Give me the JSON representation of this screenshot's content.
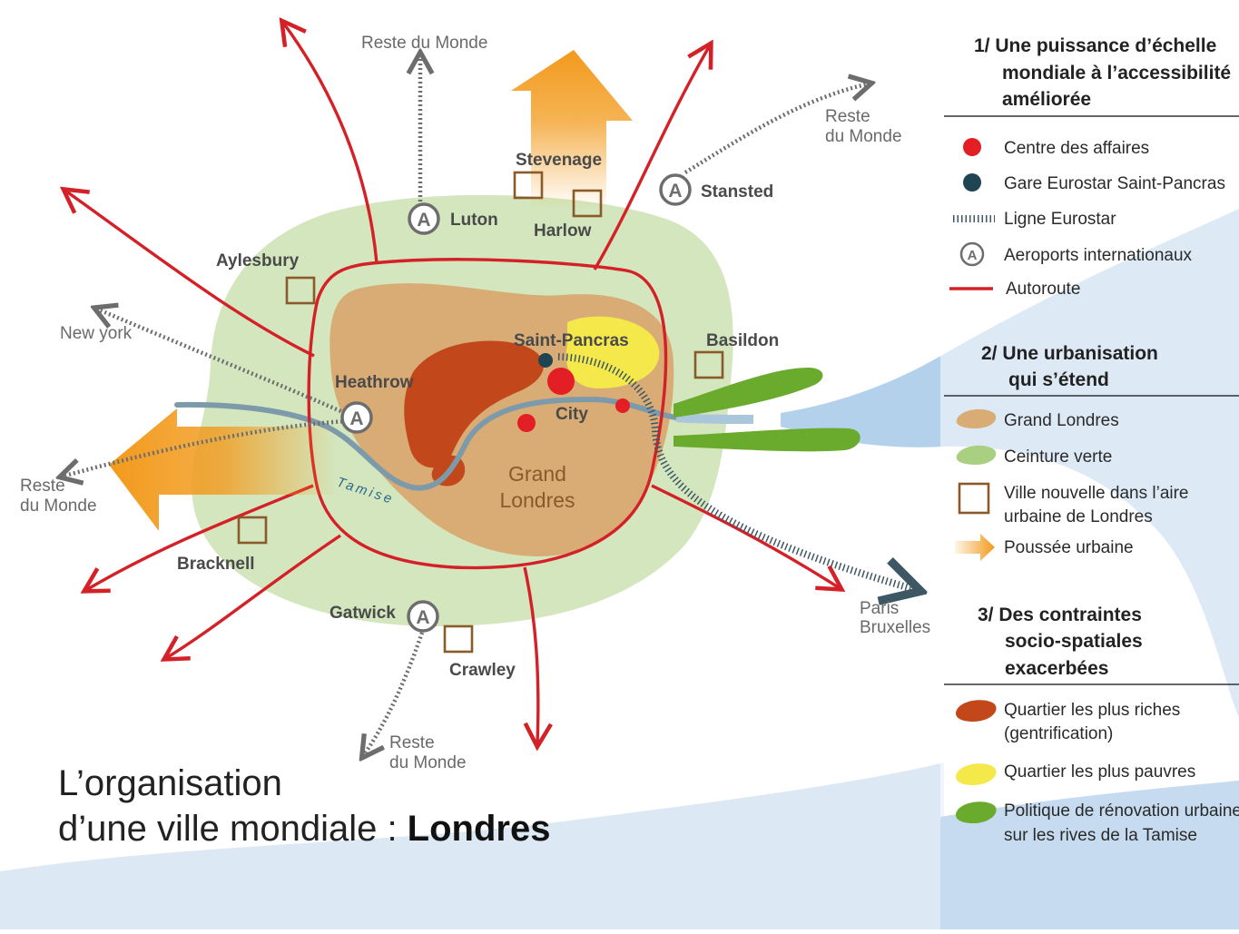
{
  "title": {
    "line1": "L’organisation",
    "line2_prefix": "d’une ville mondiale : ",
    "line2_bold": "Londres"
  },
  "map": {
    "central_label_1": "Grand",
    "central_label_2": "Londres",
    "river_label": "Tamise",
    "places": {
      "saint_pancras": "Saint-Pancras",
      "city": "City",
      "heathrow": "Heathrow",
      "luton": "Luton",
      "stansted": "Stansted",
      "gatwick": "Gatwick",
      "stevenage": "Stevenage",
      "harlow": "Harlow",
      "aylesbury": "Aylesbury",
      "basildon": "Basildon",
      "bracknell": "Bracknell",
      "crawley": "Crawley"
    },
    "destinations": {
      "reste_top": "Reste du Monde",
      "reste_tr_1": "Reste",
      "reste_tr_2": "du Monde",
      "new_york": "New york",
      "reste_left_1": "Reste",
      "reste_left_2": "du Monde",
      "reste_bottom_1": "Reste",
      "reste_bottom_2": "du Monde",
      "paris": "Paris",
      "bruxelles": "Bruxelles"
    },
    "airport_symbol": "A"
  },
  "legend": {
    "s1": {
      "line1": "1/ Une puissance d’échelle",
      "line2": "mondiale à l’accessibilité",
      "line3": "améliorée"
    },
    "s1_items": {
      "centre": "Centre des affaires",
      "gare": "Gare Eurostar Saint-Pancras",
      "ligne": "Ligne Eurostar",
      "aeroports": "Aeroports internationaux",
      "autoroute": "Autoroute"
    },
    "s2": {
      "line1": "2/ Une urbanisation",
      "line2": "qui s’étend"
    },
    "s2_items": {
      "grand_londres": "Grand Londres",
      "ceinture": "Ceinture verte",
      "ville_nouvelle_1": "Ville nouvelle dans l’aire",
      "ville_nouvelle_2": "urbaine de Londres",
      "poussee": "Poussée urbaine"
    },
    "s3": {
      "line1": "3/ Des contraintes",
      "line2": "socio-spatiales",
      "line3": "exacerbées"
    },
    "s3_items": {
      "riches_1": "Quartier les plus riches",
      "riches_2": "(gentrification)",
      "pauvres": "Quartier les plus pauvres",
      "renovation_1": "Politique de rénovation urbaine",
      "renovation_2": "sur les rives de la Tamise"
    }
  },
  "colors": {
    "green_belt": "#d3e6bd",
    "grand_londres": "#d8ac74",
    "rich": "#c2481c",
    "poor": "#f5e84a",
    "renovation": "#6aab2e",
    "motorway": "#d42027",
    "eurostar_station": "#1f4452",
    "business": "#e31e24",
    "thames": "#7d9aaa",
    "sea": "#b4d1ec",
    "urban_push": "#f29a1c"
  }
}
